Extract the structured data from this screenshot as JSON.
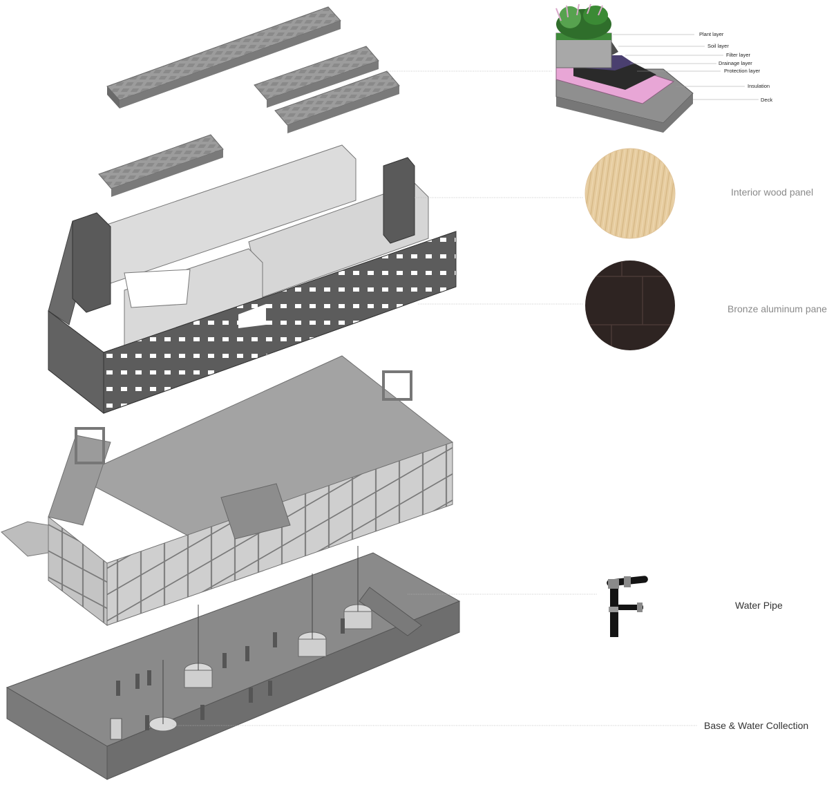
{
  "roof_layers": {
    "plant": "Plant layer",
    "soil": "Soil layer",
    "filter": "Filter layer",
    "drainage": "Drainage layer",
    "protection": "Protection layer",
    "insulation": "Insulation",
    "deck": "Deck"
  },
  "materials": {
    "wood": "Interior wood panel",
    "bronze": "Bronze aluminum panel"
  },
  "systems": {
    "water_pipe": "Water Pipe",
    "base": "Base & Water Collection"
  },
  "colors": {
    "facade_dark": "#5a5a5a",
    "structure_gray": "#9a9a9a",
    "base_gray": "#8c8c8c",
    "wood": "#e3c89a",
    "bronze": "#2e2422",
    "roof_pink": "#e8a6d6",
    "plant_green": "#3f8a3a"
  }
}
